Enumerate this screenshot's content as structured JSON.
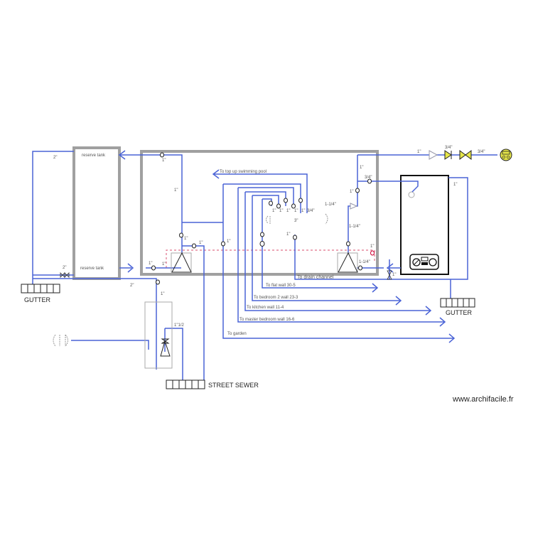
{
  "labels": {
    "reserve_tank_top": "reserve tank",
    "reserve_tank_bottom": "reserve tank",
    "top_up_pool": "To top up swimming pool",
    "drain_channel": "To drain channel",
    "flat_wall": "To flat wall 30-5",
    "bedroom2_wall": "To bedroom 2 wall 23-3",
    "kitchen_wall": "To kitchen wall 11-4",
    "master_bedroom_wall": "To master bedroom wall 16-6",
    "garden": "To garden",
    "gutter_left": "GUTTER",
    "gutter_right": "GUTTER",
    "street_sewer": "STREET SEWER"
  },
  "sizes": {
    "two_inch": "2\"",
    "one_inch": "1\"",
    "three_quarter": "3/4\"",
    "three_inch": "3\"",
    "one_quarter": "1-1/4\"",
    "one_half": "1\"1/2"
  },
  "watermark": "www.archifacile.fr",
  "colors": {
    "pipe": "#4a63d6",
    "tank_outline": "#a0a0a0",
    "drain_dashed": "#e0708a",
    "valve_fill": "#e6e64a"
  }
}
